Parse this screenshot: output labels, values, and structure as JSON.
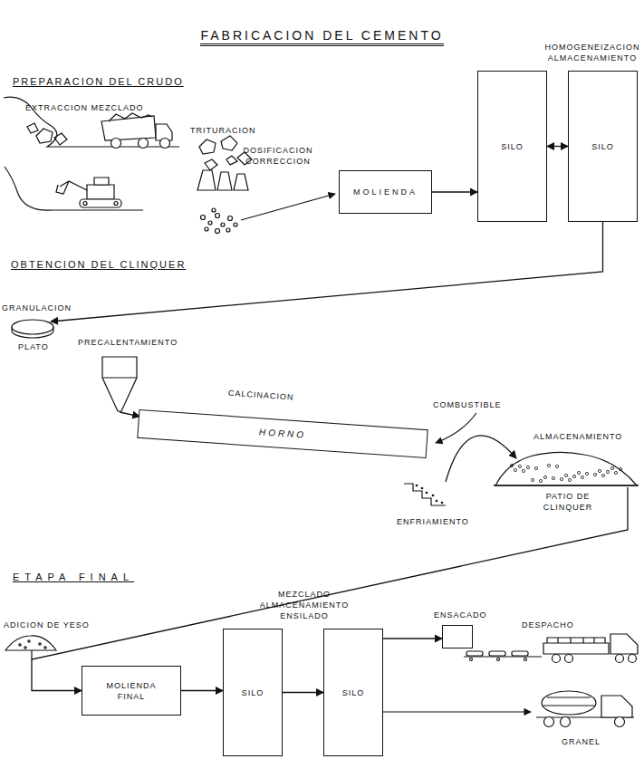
{
  "diagram": {
    "title": "FABRICACION DEL CEMENTO",
    "nodes": [
      {
        "text": [
          "MOLIENDA"
        ]
      },
      {
        "text": [
          "SILO"
        ]
      },
      {
        "text": [
          "SILO"
        ]
      },
      {
        "text": [
          "GRANULACION",
          "PLATO"
        ]
      },
      {
        "text": [
          "PRECALENTAMIENTO"
        ]
      },
      {
        "text": [
          "CALCINACION",
          "HORNO"
        ]
      },
      {
        "text": [
          "ENFRIAMIENTO"
        ]
      },
      {
        "text": [
          "ALMACENAMIENTO",
          "PATIO DE CLINQUER"
        ]
      },
      {
        "text": [
          "MOLIENDA FINAL"
        ]
      },
      {
        "text": [
          "SILO"
        ]
      },
      {
        "text": [
          "SILO"
        ]
      },
      {
        "text": [
          "ENSACADO"
        ]
      }
    ],
    "edges": [
      {
        "from": 0,
        "to": 1,
        "arrow": "to"
      },
      {
        "from": 1,
        "to": 2,
        "arrow": "both"
      },
      {
        "from": 2,
        "to": 3,
        "arrow": "to"
      },
      {
        "from": 4,
        "to": 5,
        "arrow": "to"
      },
      {
        "from": 6,
        "to": 7,
        "arrow": "to"
      },
      {
        "from": 7,
        "to": 8,
        "arrow": "to"
      },
      {
        "from": 8,
        "to": 9,
        "arrow": "to"
      },
      {
        "from": 9,
        "to": 10,
        "arrow": "to"
      },
      {
        "from": 10,
        "to": 11,
        "arrow": "to"
      }
    ],
    "labels": [
      "PREPARACION DEL CRUDO",
      "EXTRACCION MEZCLADO",
      "TRITURACION",
      "DOSIFICACION CORRECCION",
      "HOMOGENEIZACION ALMACENAMIENTO",
      "OBTENCION DEL CLINQUER",
      "COMBUSTIBLE",
      "ETAPA FINAL",
      "ADICION DE YESO",
      "MEZCLADO ALMACENAMIENTO ENSILADO",
      "DESPACHO",
      "GRANEL"
    ]
  }
}
